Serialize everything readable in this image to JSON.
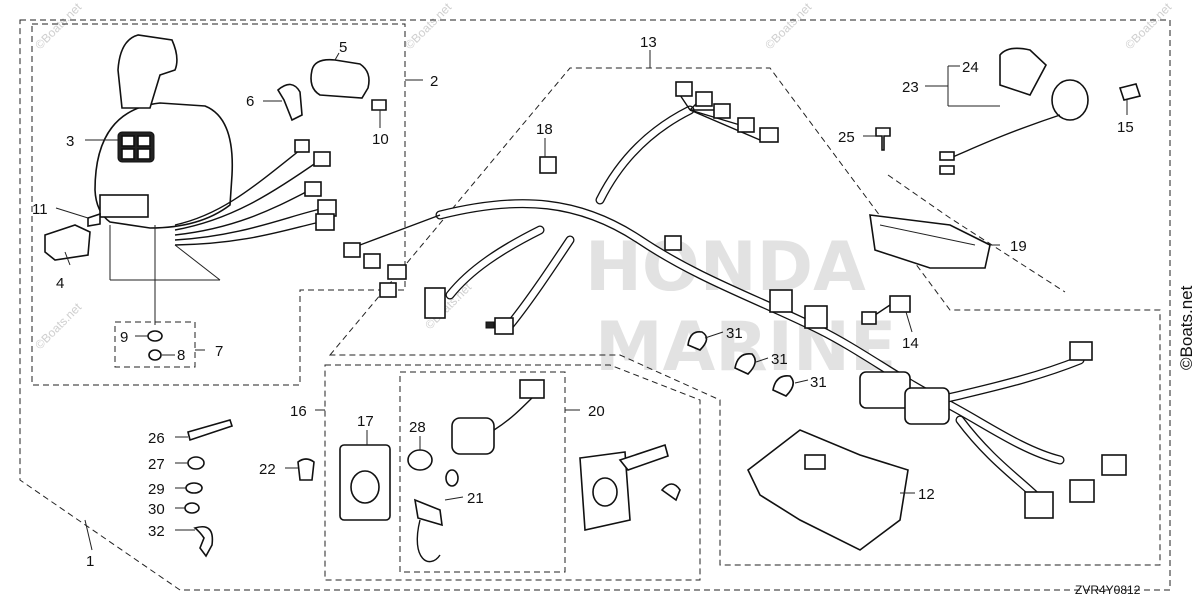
{
  "diagram": {
    "code": "ZVR4Y0812",
    "brand_watermark": [
      "HONDA",
      "MARINE"
    ],
    "watermark_text": "©Boats.net",
    "callouts": [
      "1",
      "2",
      "3",
      "4",
      "5",
      "6",
      "7",
      "8",
      "9",
      "10",
      "11",
      "12",
      "13",
      "14",
      "15",
      "16",
      "17",
      "18",
      "19",
      "20",
      "21",
      "22",
      "23",
      "24",
      "25",
      "26",
      "27",
      "28",
      "29",
      "30",
      "31",
      "31",
      "31",
      "32"
    ]
  }
}
